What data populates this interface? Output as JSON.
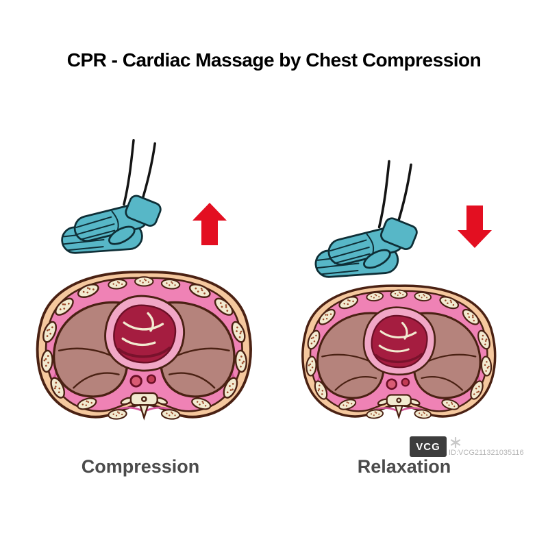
{
  "title": "CPR - Cardiac Massage by Chest Compression",
  "panels": {
    "left": {
      "label": "Compression",
      "arrow_direction": "up"
    },
    "right": {
      "label": "Relaxation",
      "arrow_direction": "down"
    }
  },
  "illustration": {
    "left_scene": "gloved-hands-above-chest-cross-section-with-up-arrow",
    "right_scene": "gloved-hands-on-chest-cross-section-with-down-arrow",
    "anatomy_parts": [
      "skin",
      "muscle",
      "ribs",
      "lungs",
      "heart",
      "vessels",
      "vertebra"
    ]
  },
  "watermark": {
    "brand": "VCG",
    "icon": "asterisk-flower",
    "image_id": "ID:VCG211321035116"
  },
  "colors": {
    "arrow-red": "#e30f21",
    "glove-teal": "#57b7c7",
    "glove-outline": "#0e2e36",
    "skin": "#f5c89e",
    "outline-brown": "#4a2113",
    "muscle-pink": "#ef82b5",
    "muscle-pink-dark": "#d4559a",
    "lung": "#b5837c",
    "heart-outer-pink": "#f1a7c6",
    "heart-red": "#a51d40",
    "heart-dark": "#6b0f26",
    "bone-cream": "#f2ead0",
    "label-gray": "#4b4b4b",
    "title-black": "#000000",
    "arm-black": "#141414"
  }
}
